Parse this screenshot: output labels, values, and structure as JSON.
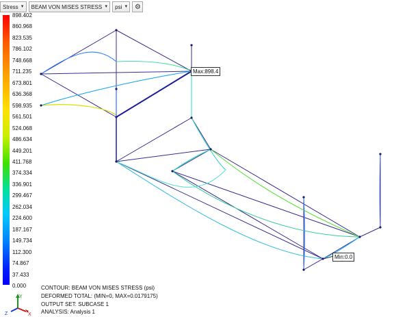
{
  "toolbar": {
    "result_type": "Stress",
    "result_component": "BEAM VON MISES STRESS",
    "units": "psi",
    "settings_icon": "gear-icon"
  },
  "legend": {
    "values": [
      "898.402",
      "860.968",
      "823.535",
      "786.102",
      "748.668",
      "711.235",
      "673.801",
      "636.368",
      "598.935",
      "561.501",
      "524.068",
      "486.634",
      "449.201",
      "411.768",
      "374.334",
      "336.901",
      "299.467",
      "262.034",
      "224.600",
      "187.167",
      "149.734",
      "112.300",
      "74.867",
      "37.433",
      "0.000"
    ]
  },
  "probes": {
    "max_label": "Max:898.4",
    "min_label": "Min:0.0"
  },
  "info": {
    "contour": "CONTOUR: BEAM VON MISES STRESS (psi)",
    "deformed": "DEFORMED TOTAL: (MIN=0, MAX=0.0179175)",
    "output_set": "OUTPUT SET: SUBCASE 1",
    "analysis": "ANALYSIS: Analysis 1"
  },
  "triad": {
    "x": "X",
    "y": "Y",
    "z": "Z"
  },
  "colors": {
    "undeformed": "#3a2d8f",
    "node": "#1a1a66"
  }
}
